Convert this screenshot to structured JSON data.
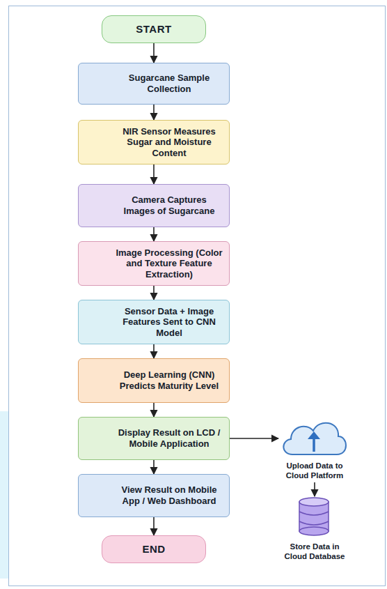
{
  "diagram": {
    "nodes": [
      {
        "text": [
          "START"
        ]
      },
      {
        "text": [
          "Sugarcane Sample Collection"
        ]
      },
      {
        "text": [
          "NIR Sensor Measures Sugar and Moisture Content"
        ]
      },
      {
        "text": [
          "Camera Captures Images of Sugarcane"
        ]
      },
      {
        "text": [
          "Image Processing (Color and Texture Feature Extraction)"
        ]
      },
      {
        "text": [
          "Sensor Data + Image Features Sent to CNN Model"
        ]
      },
      {
        "text": [
          "Deep Learning (CNN) Predicts Maturity Level"
        ]
      },
      {
        "text": [
          "Display Result on LCD / Mobile Application"
        ]
      },
      {
        "text": [
          "View Result on Mobile App / Web Dashboard"
        ]
      },
      {
        "text": [
          "END"
        ]
      },
      {
        "text": [
          "Upload Data to Cloud Platform"
        ]
      },
      {
        "text": [
          "Store Data in Cloud Database"
        ]
      }
    ],
    "edges": [
      {
        "from": 0,
        "to": 1,
        "arrow": "to"
      },
      {
        "from": 1,
        "to": 2,
        "arrow": "to"
      },
      {
        "from": 2,
        "to": 3,
        "arrow": "to"
      },
      {
        "from": 3,
        "to": 4,
        "arrow": "to"
      },
      {
        "from": 4,
        "to": 5,
        "arrow": "to"
      },
      {
        "from": 5,
        "to": 6,
        "arrow": "to"
      },
      {
        "from": 6,
        "to": 7,
        "arrow": "to"
      },
      {
        "from": 7,
        "to": 8,
        "arrow": "to"
      },
      {
        "from": 8,
        "to": 9,
        "arrow": "to"
      },
      {
        "from": 7,
        "to": 10,
        "arrow": "to"
      },
      {
        "from": 10,
        "to": 11,
        "arrow": "to"
      }
    ]
  }
}
